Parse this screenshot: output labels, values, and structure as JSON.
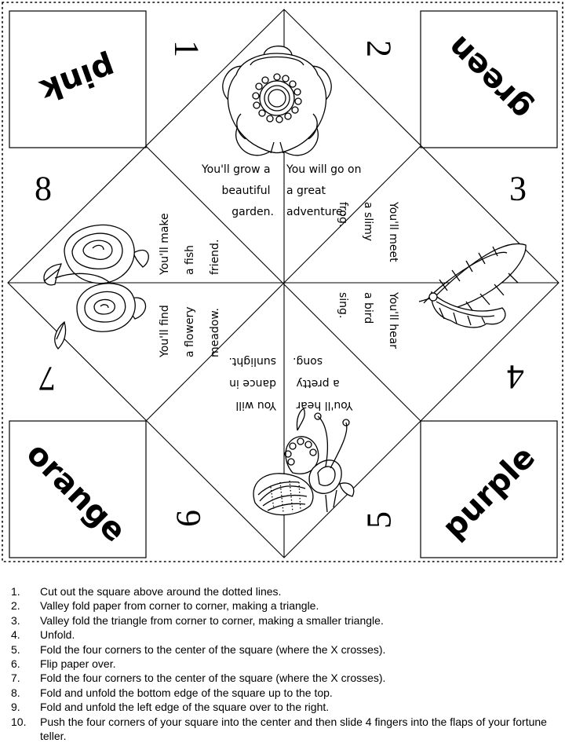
{
  "colors": {
    "top_left": "pink",
    "top_right": "green",
    "bottom_left": "orange",
    "bottom_right": "purple"
  },
  "numbers": {
    "n1": "1",
    "n2": "2",
    "n3": "3",
    "n4": "4",
    "n5": "5",
    "n6": "6",
    "n7": "7",
    "n8": "8"
  },
  "fortunes": {
    "garden": [
      "You'll grow a",
      "beautiful",
      "garden."
    ],
    "adventure": [
      "You will go on",
      "a great",
      "adventure."
    ],
    "frog": [
      "You'll meet",
      "a slimy",
      "frog."
    ],
    "bird": [
      "You'll hear",
      "a bird",
      "sing."
    ],
    "song": [
      "You'll hear",
      "a pretty",
      "song."
    ],
    "sunlight": [
      "You will",
      "dance in",
      "sunlight."
    ],
    "meadow": [
      "You'll find",
      "a flowery",
      "meadow."
    ],
    "fish": [
      "You'll make",
      "a fish",
      "friend."
    ]
  },
  "icons": [
    "flower-icon",
    "feather-icon",
    "butterfly-icon",
    "roses-icon"
  ],
  "instructions": [
    {
      "n": "1.",
      "text": "Cut out the square above around the dotted lines."
    },
    {
      "n": "2.",
      "text": "Valley fold paper from corner to corner, making a triangle."
    },
    {
      "n": "3.",
      "text": "Valley fold the triangle from corner to corner, making a smaller triangle."
    },
    {
      "n": "4.",
      "text": "Unfold."
    },
    {
      "n": "5.",
      "text": "Fold the four corners to the center of the square (where the X crosses)."
    },
    {
      "n": "6.",
      "text": "Flip paper over."
    },
    {
      "n": "7.",
      "text": "Fold the four corners to the center of the square (where the X crosses)."
    },
    {
      "n": "8.",
      "text": "Fold and unfold the bottom edge of the square up to the top."
    },
    {
      "n": "9.",
      "text": "Fold and unfold the left edge of the square over to the right."
    },
    {
      "n": "10.",
      "text": "Push the four corners of your square into the center and then slide 4 fingers into the flaps of your fortune teller."
    }
  ]
}
